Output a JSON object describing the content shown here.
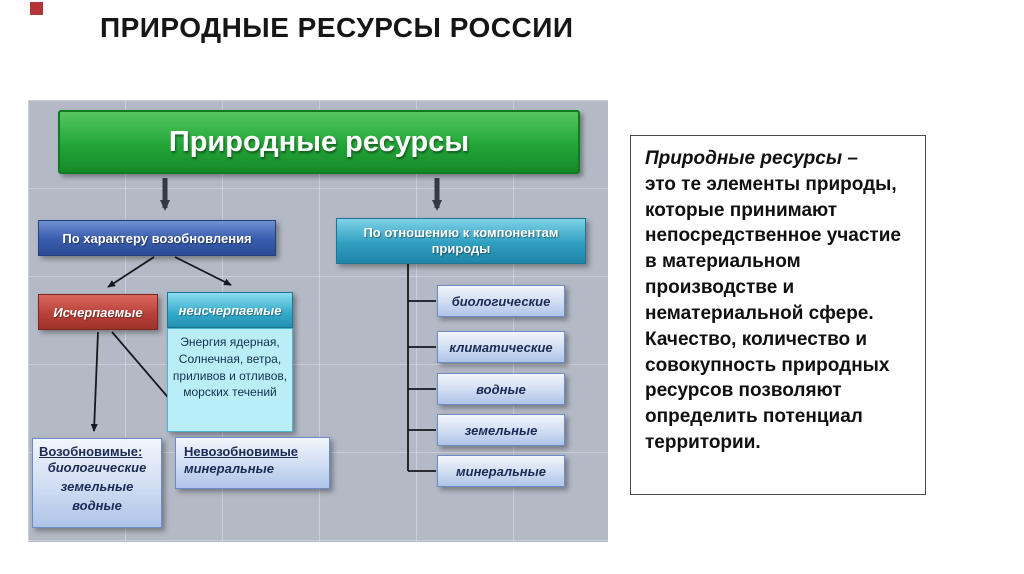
{
  "title": "ПРИРОДНЫЕ РЕСУРСЫ РОССИИ",
  "diagram": {
    "root_label": "Природные ресурсы",
    "left": {
      "header": "По характеру возобновления",
      "exhaustible_label": "Исчерпаемые",
      "inexhaustible_label": "неисчерпаемые",
      "inexhaustible_detail": "Энергия ядерная, Солнечная, ветра, приливов и отливов, морских течений",
      "renewable_title": "Возобновимые:",
      "renewable_items": [
        "биологические",
        "земельные",
        "водные"
      ],
      "nonrenewable_title": "Невозобновимые",
      "nonrenewable_item": "минеральные"
    },
    "right": {
      "header": "По отношению к компонентам природы",
      "items": [
        "биологические",
        "климатические",
        "водные",
        "земельные",
        "минеральные"
      ]
    }
  },
  "definition": {
    "lead": "Природные ресурсы –",
    "body": "это те элементы природы, которые принимают непосредственное участие в материальном производстве и нематериальной сфере. Качество, количество и совокупность природных ресурсов позволяют определить потенциал территории."
  },
  "colors": {
    "accent_red": "#b23434",
    "panel_gray": "#b3bac6",
    "root_green": "#23a638",
    "header_blue": "#3b5fae",
    "header_teal": "#2f9fc0",
    "exhaustible_red": "#b8423a",
    "inexhaustible_teal": "#35aacb",
    "detail_cyan": "#b9eef6"
  }
}
